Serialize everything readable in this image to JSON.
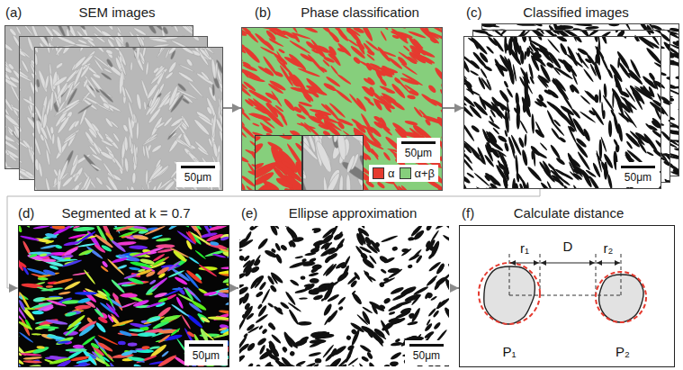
{
  "diagram": {
    "nodes": [
      {
        "text": [
          "(a)",
          "SEM images"
        ]
      },
      {
        "text": [
          "(b)",
          "Phase classification"
        ]
      },
      {
        "text": [
          "(c)",
          "Classified images"
        ]
      },
      {
        "text": [
          "(d)",
          "Segmented at k = 0.7"
        ]
      },
      {
        "text": [
          "(e)",
          "Ellipse approximation"
        ]
      },
      {
        "text": [
          "(f)",
          "Calculate distance"
        ]
      }
    ],
    "edges": [
      {
        "from": 0,
        "to": 1,
        "arrow": "to"
      },
      {
        "from": 1,
        "to": 2,
        "arrow": "to"
      },
      {
        "from": 2,
        "to": 3,
        "arrow": "to"
      },
      {
        "from": 3,
        "to": 4,
        "arrow": "to"
      },
      {
        "from": 4,
        "to": 5,
        "arrow": "to"
      }
    ],
    "labels": [
      "50μm",
      "50μm",
      "50μm",
      "50μm",
      "50μm",
      "r₁",
      "D",
      "r₂",
      "P₁",
      "P₂"
    ],
    "legend": [
      {
        "text": "α",
        "color": "#e53a2f"
      },
      {
        "text": "α+β",
        "color": "#86cf7c"
      }
    ]
  }
}
